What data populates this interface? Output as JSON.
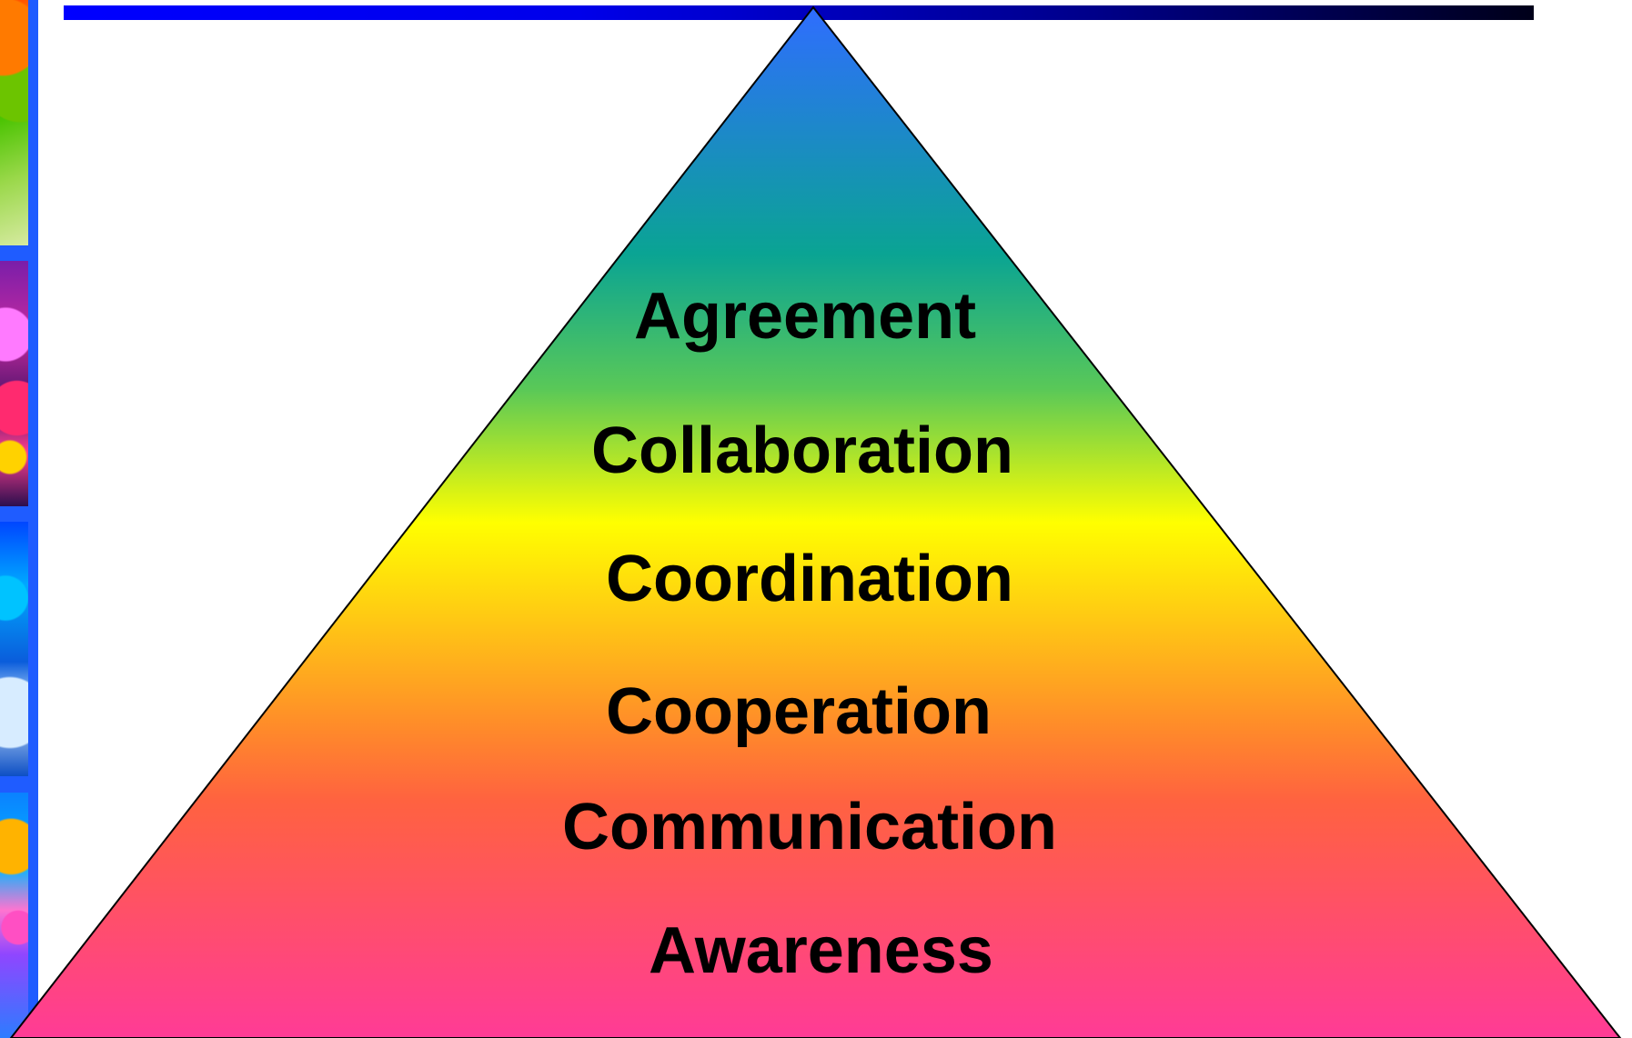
{
  "diagram": {
    "levels_top_to_bottom": [
      "Agreement",
      "Collaboration",
      "Coordination",
      "Cooperation",
      "Communication",
      "Awareness"
    ]
  },
  "colors": {
    "header_line_start": "#0000ff",
    "header_line_end": "#000019",
    "pyramid_top": "#2f6dff",
    "pyramid_teal": "#0aa493",
    "pyramid_green": "#59c858",
    "pyramid_yellow": "#ffff00",
    "pyramid_orange": "#ff8a2a",
    "pyramid_red": "#ff6240",
    "pyramid_pink": "#ff3b96",
    "text": "#000000"
  }
}
